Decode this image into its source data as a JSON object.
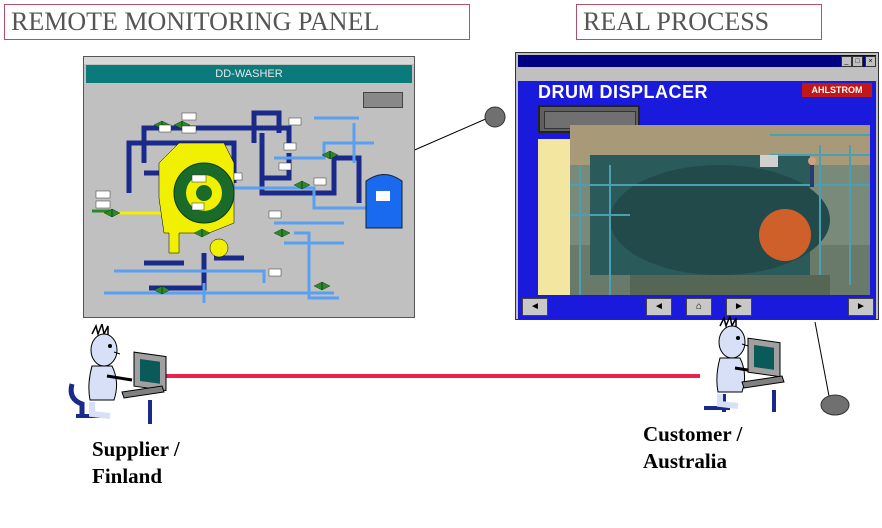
{
  "titles": {
    "remote": "REMOTE MONITORING PANEL",
    "real": "REAL PROCESS"
  },
  "labels": {
    "supplier": "Supplier /\nFinland",
    "customer": "Customer /\nAustralia"
  },
  "remote_panel": {
    "title": "DD-WASHER"
  },
  "real_window": {
    "heading": "DRUM DISPLACER",
    "brand": "AHLSTROM"
  },
  "colors": {
    "link_line": "#e8204a",
    "panel_bg": "#c0c0c0",
    "panel_title_bg": "#0a7a7a",
    "pipe_dark": "#1a2a8a",
    "pipe_light": "#5aa0f0",
    "vessel_yellow": "#f0f000",
    "window_blue": "#1a1adc"
  }
}
